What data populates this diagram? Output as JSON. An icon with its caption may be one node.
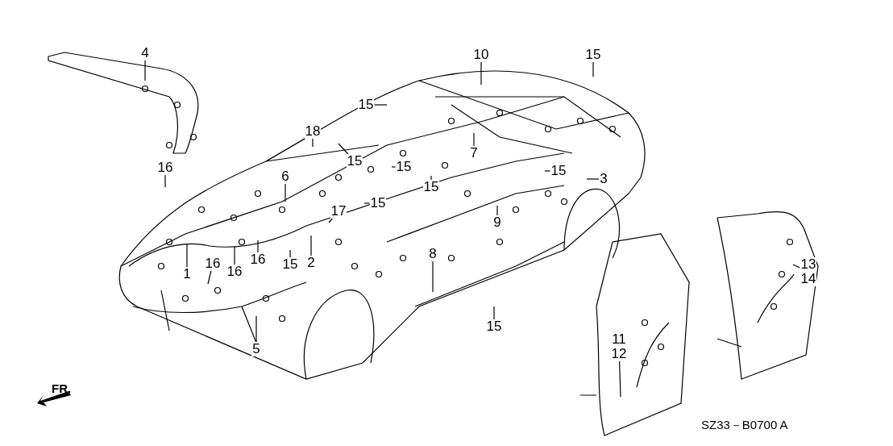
{
  "diagram": {
    "nodes": [
      {
        "text": [
          "4"
        ]
      },
      {
        "text": [
          "10"
        ]
      },
      {
        "text": [
          "15"
        ]
      },
      {
        "text": [
          "15"
        ]
      },
      {
        "text": [
          "18"
        ]
      },
      {
        "text": [
          "16"
        ]
      },
      {
        "text": [
          "6"
        ]
      },
      {
        "text": [
          "15"
        ]
      },
      {
        "text": [
          "15"
        ]
      },
      {
        "text": [
          "7"
        ]
      },
      {
        "text": [
          "15"
        ]
      },
      {
        "text": [
          "3"
        ]
      },
      {
        "text": [
          "15"
        ]
      },
      {
        "text": [
          "15"
        ]
      },
      {
        "text": [
          "17"
        ]
      },
      {
        "text": [
          "9"
        ]
      },
      {
        "text": [
          "1"
        ]
      },
      {
        "text": [
          "2"
        ]
      },
      {
        "text": [
          "15"
        ]
      },
      {
        "text": [
          "16"
        ]
      },
      {
        "text": [
          "16"
        ]
      },
      {
        "text": [
          "16"
        ]
      },
      {
        "text": [
          "8"
        ]
      },
      {
        "text": [
          "13",
          "14"
        ]
      },
      {
        "text": [
          "5"
        ]
      },
      {
        "text": [
          "15"
        ]
      },
      {
        "text": [
          "11",
          "12"
        ]
      }
    ],
    "edges": [
      {
        "from": 0,
        "to": null,
        "arrow": "none"
      },
      {
        "from": 1,
        "to": null,
        "arrow": "none"
      },
      {
        "from": 2,
        "to": null,
        "arrow": "none"
      },
      {
        "from": 3,
        "to": null,
        "arrow": "none"
      },
      {
        "from": 4,
        "to": null,
        "arrow": "none"
      },
      {
        "from": 5,
        "to": null,
        "arrow": "none"
      },
      {
        "from": 6,
        "to": null,
        "arrow": "none"
      },
      {
        "from": 7,
        "to": null,
        "arrow": "none"
      },
      {
        "from": 8,
        "to": null,
        "arrow": "none"
      },
      {
        "from": 9,
        "to": null,
        "arrow": "none"
      },
      {
        "from": 10,
        "to": null,
        "arrow": "none"
      },
      {
        "from": 11,
        "to": null,
        "arrow": "none"
      },
      {
        "from": 12,
        "to": null,
        "arrow": "none"
      },
      {
        "from": 13,
        "to": null,
        "arrow": "none"
      },
      {
        "from": 14,
        "to": null,
        "arrow": "none"
      },
      {
        "from": 15,
        "to": null,
        "arrow": "none"
      },
      {
        "from": 16,
        "to": null,
        "arrow": "none"
      },
      {
        "from": 17,
        "to": null,
        "arrow": "none"
      },
      {
        "from": 18,
        "to": null,
        "arrow": "none"
      },
      {
        "from": 19,
        "to": null,
        "arrow": "none"
      },
      {
        "from": 20,
        "to": null,
        "arrow": "none"
      },
      {
        "from": 21,
        "to": null,
        "arrow": "none"
      },
      {
        "from": 22,
        "to": null,
        "arrow": "none"
      },
      {
        "from": 23,
        "to": null,
        "arrow": "none"
      },
      {
        "from": 24,
        "to": null,
        "arrow": "none"
      },
      {
        "from": 25,
        "to": null,
        "arrow": "none"
      },
      {
        "from": 26,
        "to": null,
        "arrow": "none"
      }
    ],
    "labels": [
      "FR.",
      "SZ33－B0700 A"
    ]
  }
}
